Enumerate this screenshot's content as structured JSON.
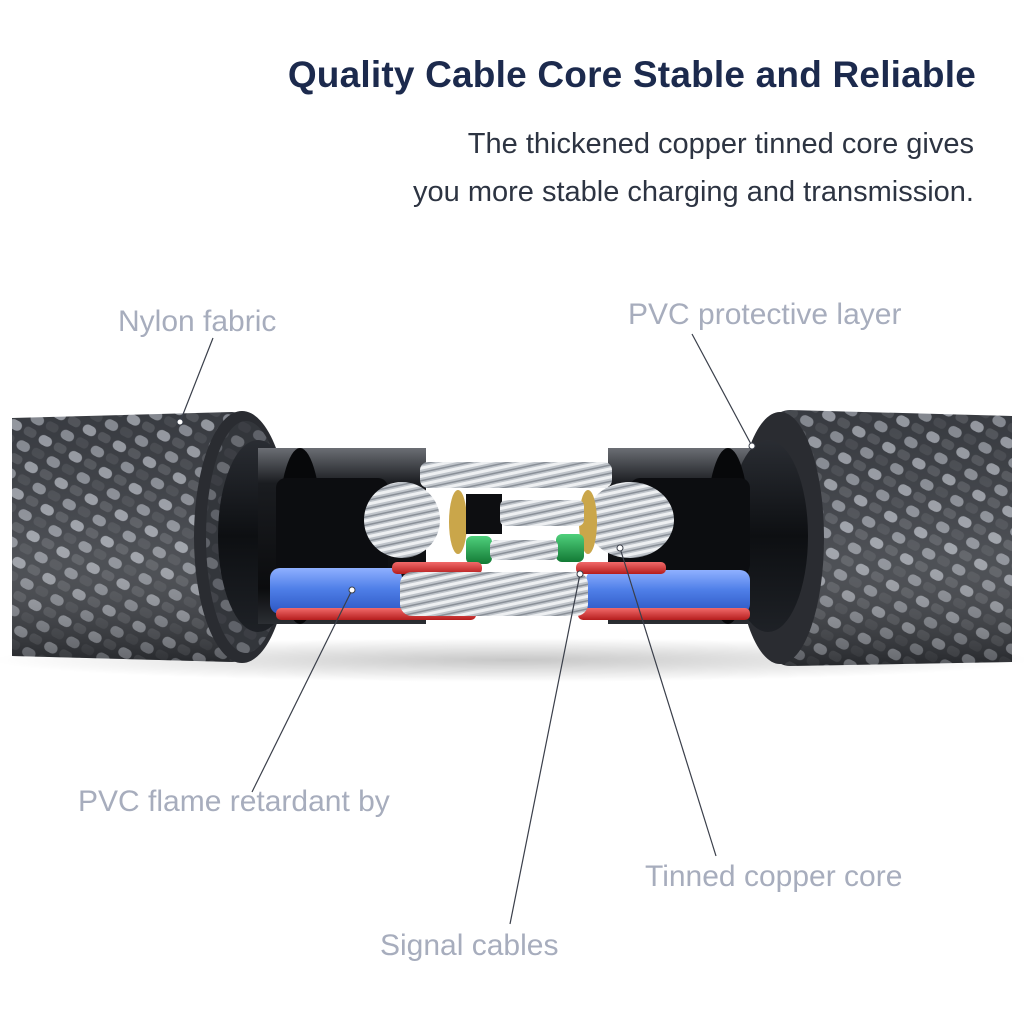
{
  "header": {
    "title": "Quality Cable Core Stable and Reliable",
    "subtitle_line1": "The thickened copper tinned core gives",
    "subtitle_line2": "you more stable charging and transmission."
  },
  "callouts": {
    "nylon_fabric": "Nylon fabric",
    "pvc_protective_layer": "PVC protective layer",
    "pvc_flame_retardant": "PVC flame retardant by",
    "tinned_copper_core": "Tinned copper core",
    "signal_cables": "Signal cables"
  },
  "colors": {
    "title": "#1c2a4d",
    "subtitle": "#2d3442",
    "callout_text": "#a7adbd",
    "leader_line": "#3a3f4a",
    "braid_dark": "#3b3e44",
    "braid_light": "#9a9ea6",
    "pvc_jacket": "#101215",
    "wire_blue": "#4f7fe8",
    "wire_red": "#d92b2b",
    "wire_green": "#1f9e4a",
    "copper_tin": "#cfd3d8",
    "gold_core": "#caa64a"
  }
}
